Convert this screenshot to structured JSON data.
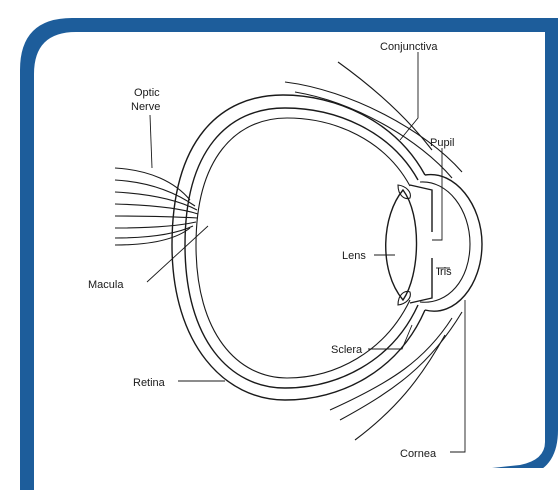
{
  "colors": {
    "frame_blue": "#1d5d9b",
    "panel_bg": "#ffffff",
    "ink": "#1a1a1a"
  },
  "labels": {
    "conjunctiva": "Conjunctiva",
    "optic_nerve_line1": "Optic",
    "optic_nerve_line2": "Nerve",
    "pupil": "Pupil",
    "lens": "Lens",
    "iris": "Iris",
    "macula": "Macula",
    "sclera": "Sclera",
    "retina": "Retina",
    "cornea": "Cornea"
  }
}
